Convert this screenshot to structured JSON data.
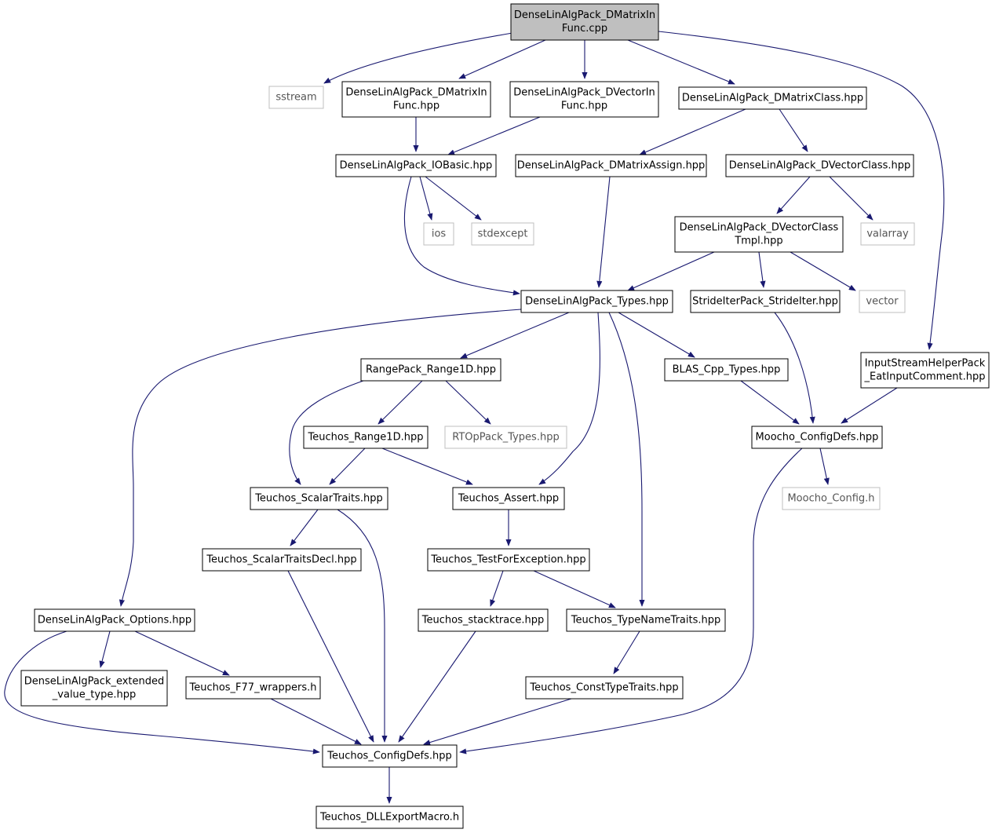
{
  "colors": {
    "edge": "#191970",
    "root_fill": "#bfbfbf",
    "node_fill": "#ffffff",
    "node_border": "#000000",
    "external_border": "#bfbfbf",
    "external_text": "#555555"
  },
  "nodes": [
    {
      "id": "root",
      "lines": [
        "DenseLinAlgPack_DMatrixIn",
        "Func.cpp"
      ],
      "kind": "root"
    },
    {
      "id": "sstream",
      "lines": [
        "sstream"
      ],
      "kind": "external"
    },
    {
      "id": "dmatrixinfunc_hpp",
      "lines": [
        "DenseLinAlgPack_DMatrixIn",
        "Func.hpp"
      ],
      "kind": "header"
    },
    {
      "id": "dvectorinfunc_hpp",
      "lines": [
        "DenseLinAlgPack_DVectorIn",
        "Func.hpp"
      ],
      "kind": "header"
    },
    {
      "id": "dmatrixclass_hpp",
      "lines": [
        "DenseLinAlgPack_DMatrixClass.hpp"
      ],
      "kind": "header"
    },
    {
      "id": "iobasic_hpp",
      "lines": [
        "DenseLinAlgPack_IOBasic.hpp"
      ],
      "kind": "header"
    },
    {
      "id": "dmatrixassign_hpp",
      "lines": [
        "DenseLinAlgPack_DMatrixAssign.hpp"
      ],
      "kind": "header"
    },
    {
      "id": "dvectorclass_hpp",
      "lines": [
        "DenseLinAlgPack_DVectorClass.hpp"
      ],
      "kind": "header"
    },
    {
      "id": "ios",
      "lines": [
        "ios"
      ],
      "kind": "external"
    },
    {
      "id": "stdexcept",
      "lines": [
        "stdexcept"
      ],
      "kind": "external"
    },
    {
      "id": "dvectorclasstmpl_hpp",
      "lines": [
        "DenseLinAlgPack_DVectorClass",
        "Tmpl.hpp"
      ],
      "kind": "header"
    },
    {
      "id": "valarray",
      "lines": [
        "valarray"
      ],
      "kind": "external"
    },
    {
      "id": "types_hpp",
      "lines": [
        "DenseLinAlgPack_Types.hpp"
      ],
      "kind": "header"
    },
    {
      "id": "strideiter_hpp",
      "lines": [
        "StrideIterPack_StrideIter.hpp"
      ],
      "kind": "header"
    },
    {
      "id": "vector",
      "lines": [
        "vector"
      ],
      "kind": "external"
    },
    {
      "id": "inputstream_hpp",
      "lines": [
        "InputStreamHelperPack",
        "_EatInputComment.hpp"
      ],
      "kind": "header"
    },
    {
      "id": "range1d_hpp",
      "lines": [
        "RangePack_Range1D.hpp"
      ],
      "kind": "header"
    },
    {
      "id": "blas_hpp",
      "lines": [
        "BLAS_Cpp_Types.hpp"
      ],
      "kind": "header"
    },
    {
      "id": "moocho_configdefs_hpp",
      "lines": [
        "Moocho_ConfigDefs.hpp"
      ],
      "kind": "header"
    },
    {
      "id": "teuchos_range1d_hpp",
      "lines": [
        "Teuchos_Range1D.hpp"
      ],
      "kind": "header"
    },
    {
      "id": "rtoppack_types_hpp",
      "lines": [
        "RTOpPack_Types.hpp"
      ],
      "kind": "external"
    },
    {
      "id": "moocho_config_h",
      "lines": [
        "Moocho_Config.h"
      ],
      "kind": "external"
    },
    {
      "id": "scalartraits_hpp",
      "lines": [
        "Teuchos_ScalarTraits.hpp"
      ],
      "kind": "header"
    },
    {
      "id": "assert_hpp",
      "lines": [
        "Teuchos_Assert.hpp"
      ],
      "kind": "header"
    },
    {
      "id": "scalartraitsdecl_hpp",
      "lines": [
        "Teuchos_ScalarTraitsDecl.hpp"
      ],
      "kind": "header"
    },
    {
      "id": "testforexception_hpp",
      "lines": [
        "Teuchos_TestForException.hpp"
      ],
      "kind": "header"
    },
    {
      "id": "options_hpp",
      "lines": [
        "DenseLinAlgPack_Options.hpp"
      ],
      "kind": "header"
    },
    {
      "id": "stacktrace_hpp",
      "lines": [
        "Teuchos_stacktrace.hpp"
      ],
      "kind": "header"
    },
    {
      "id": "typenametraits_hpp",
      "lines": [
        "Teuchos_TypeNameTraits.hpp"
      ],
      "kind": "header"
    },
    {
      "id": "extended_value_type_hpp",
      "lines": [
        "DenseLinAlgPack_extended",
        "_value_type.hpp"
      ],
      "kind": "header"
    },
    {
      "id": "f77_wrappers_h",
      "lines": [
        "Teuchos_F77_wrappers.h"
      ],
      "kind": "header"
    },
    {
      "id": "consttypetraits_hpp",
      "lines": [
        "Teuchos_ConstTypeTraits.hpp"
      ],
      "kind": "header"
    },
    {
      "id": "teuchos_configdefs_hpp",
      "lines": [
        "Teuchos_ConfigDefs.hpp"
      ],
      "kind": "header"
    },
    {
      "id": "dllexportmacro_h",
      "lines": [
        "Teuchos_DLLExportMacro.h"
      ],
      "kind": "header"
    }
  ],
  "edges": [
    [
      "root",
      "sstream"
    ],
    [
      "root",
      "dmatrixinfunc_hpp"
    ],
    [
      "root",
      "dvectorinfunc_hpp"
    ],
    [
      "root",
      "dmatrixclass_hpp"
    ],
    [
      "root",
      "inputstream_hpp"
    ],
    [
      "dmatrixinfunc_hpp",
      "iobasic_hpp"
    ],
    [
      "dvectorinfunc_hpp",
      "iobasic_hpp"
    ],
    [
      "dmatrixclass_hpp",
      "dmatrixassign_hpp"
    ],
    [
      "dmatrixclass_hpp",
      "dvectorclass_hpp"
    ],
    [
      "iobasic_hpp",
      "ios"
    ],
    [
      "iobasic_hpp",
      "stdexcept"
    ],
    [
      "iobasic_hpp",
      "types_hpp"
    ],
    [
      "dmatrixassign_hpp",
      "types_hpp"
    ],
    [
      "dvectorclass_hpp",
      "dvectorclasstmpl_hpp"
    ],
    [
      "dvectorclass_hpp",
      "valarray"
    ],
    [
      "dvectorclasstmpl_hpp",
      "types_hpp"
    ],
    [
      "dvectorclasstmpl_hpp",
      "strideiter_hpp"
    ],
    [
      "dvectorclasstmpl_hpp",
      "vector"
    ],
    [
      "types_hpp",
      "options_hpp"
    ],
    [
      "types_hpp",
      "range1d_hpp"
    ],
    [
      "types_hpp",
      "assert_hpp"
    ],
    [
      "types_hpp",
      "typenametraits_hpp"
    ],
    [
      "types_hpp",
      "blas_hpp"
    ],
    [
      "strideiter_hpp",
      "moocho_configdefs_hpp"
    ],
    [
      "inputstream_hpp",
      "moocho_configdefs_hpp"
    ],
    [
      "blas_hpp",
      "moocho_configdefs_hpp"
    ],
    [
      "range1d_hpp",
      "scalartraits_hpp"
    ],
    [
      "range1d_hpp",
      "teuchos_range1d_hpp"
    ],
    [
      "range1d_hpp",
      "rtoppack_types_hpp"
    ],
    [
      "teuchos_range1d_hpp",
      "scalartraits_hpp"
    ],
    [
      "teuchos_range1d_hpp",
      "assert_hpp"
    ],
    [
      "moocho_configdefs_hpp",
      "moocho_config_h"
    ],
    [
      "moocho_configdefs_hpp",
      "teuchos_configdefs_hpp"
    ],
    [
      "scalartraits_hpp",
      "scalartraitsdecl_hpp"
    ],
    [
      "scalartraits_hpp",
      "teuchos_configdefs_hpp"
    ],
    [
      "assert_hpp",
      "testforexception_hpp"
    ],
    [
      "testforexception_hpp",
      "stacktrace_hpp"
    ],
    [
      "testforexception_hpp",
      "typenametraits_hpp"
    ],
    [
      "scalartraitsdecl_hpp",
      "teuchos_configdefs_hpp"
    ],
    [
      "options_hpp",
      "extended_value_type_hpp"
    ],
    [
      "options_hpp",
      "f77_wrappers_h"
    ],
    [
      "options_hpp",
      "teuchos_configdefs_hpp"
    ],
    [
      "stacktrace_hpp",
      "teuchos_configdefs_hpp"
    ],
    [
      "typenametraits_hpp",
      "consttypetraits_hpp"
    ],
    [
      "f77_wrappers_h",
      "teuchos_configdefs_hpp"
    ],
    [
      "consttypetraits_hpp",
      "teuchos_configdefs_hpp"
    ],
    [
      "teuchos_configdefs_hpp",
      "dllexportmacro_h"
    ]
  ]
}
